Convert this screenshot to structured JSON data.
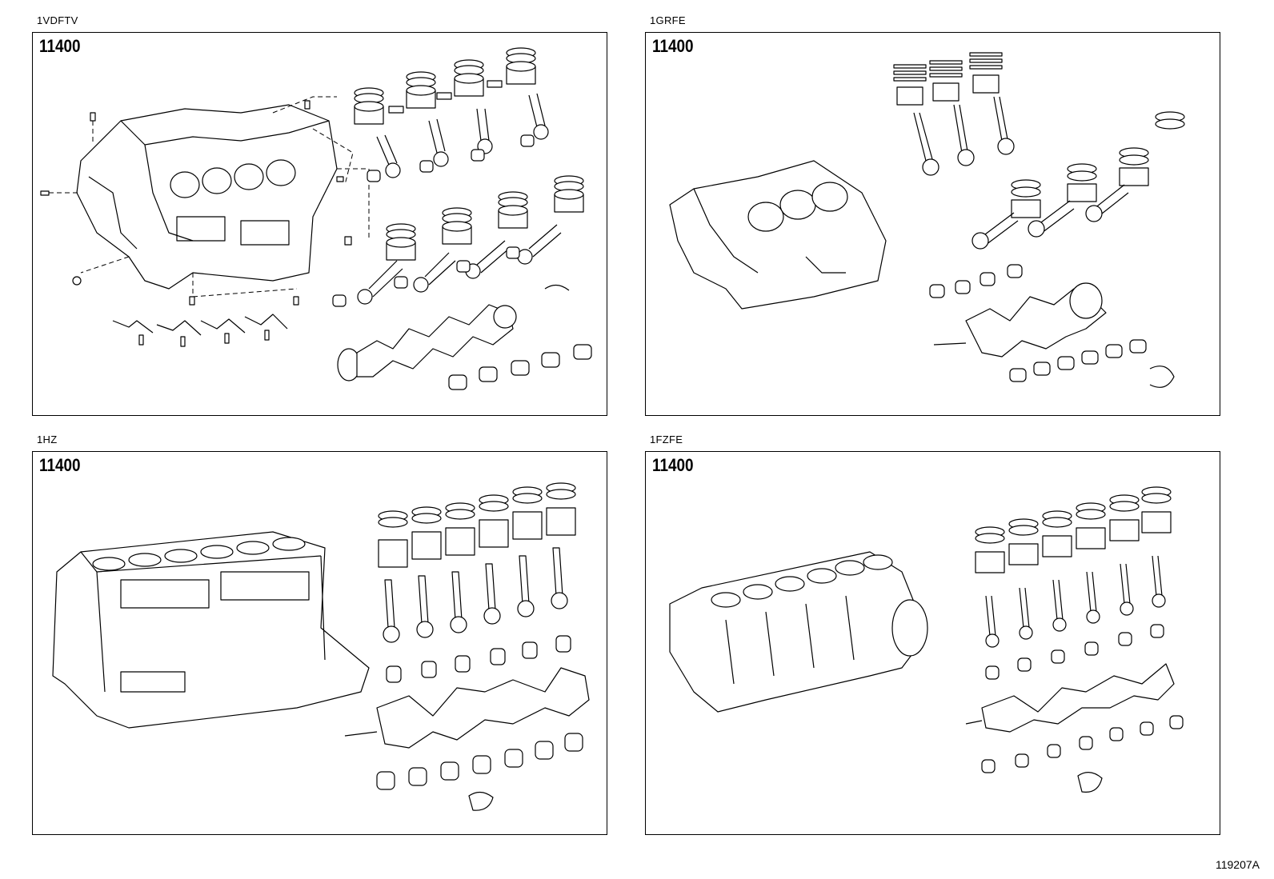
{
  "panels": [
    {
      "engine": "1VDFTV",
      "part_no": "11400"
    },
    {
      "engine": "1GRFE",
      "part_no": "11400"
    },
    {
      "engine": "1HZ",
      "part_no": "11400"
    },
    {
      "engine": "1FZFE",
      "part_no": "11400"
    }
  ],
  "diagram_ref": "119207A"
}
